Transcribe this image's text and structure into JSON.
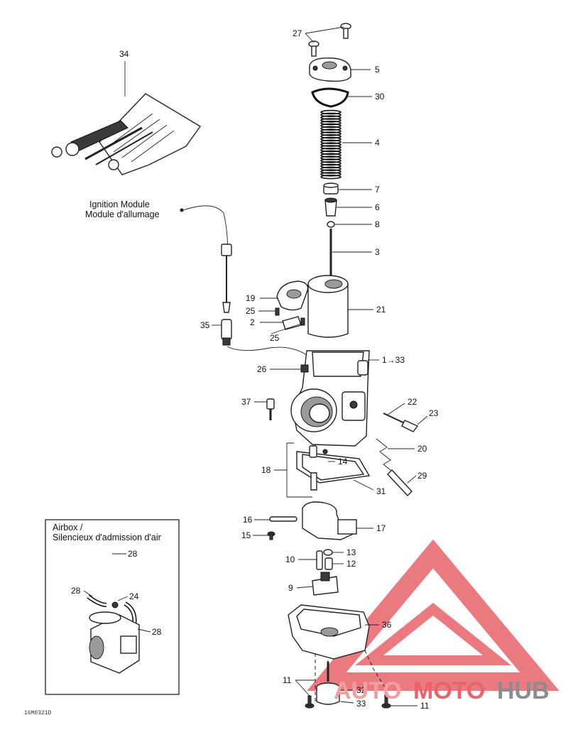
{
  "diagram": {
    "reference_code": "16M0321D",
    "captions": {
      "ignition_line1": "Ignition Module",
      "ignition_line2": "Module d'allumage",
      "airbox_line1": "Airbox /",
      "airbox_line2": "Silencieux d'admission d'air"
    },
    "callouts": {
      "c27": "27",
      "c5": "5",
      "c30": "30",
      "c4": "4",
      "c7": "7",
      "c6": "6",
      "c8": "8",
      "c3": "3",
      "c34": "34",
      "c19": "19",
      "c21": "21",
      "c25a": "25",
      "c2": "2",
      "c25b": "25",
      "c35": "35",
      "c1_33": "1→33",
      "c26": "26",
      "c37": "37",
      "c22": "22",
      "c23": "23",
      "c20": "20",
      "c18": "18",
      "c14": "14",
      "c29": "29",
      "c31": "31",
      "c16": "16",
      "c17": "17",
      "c15": "15",
      "c13": "13",
      "c10": "10",
      "c12": "12",
      "c9": "9",
      "c36": "36",
      "c11a": "11",
      "c32": "32",
      "c33": "33",
      "c11b": "11",
      "c28a": "28",
      "c28b": "28",
      "c24": "24",
      "c28c": "28"
    }
  },
  "watermark": {
    "brand_auto": "AUTO",
    "brand_moto": "MOTO",
    "brand_hub": "HUB",
    "color_red": "#e8636b",
    "color_grey": "#8c8c8c"
  }
}
